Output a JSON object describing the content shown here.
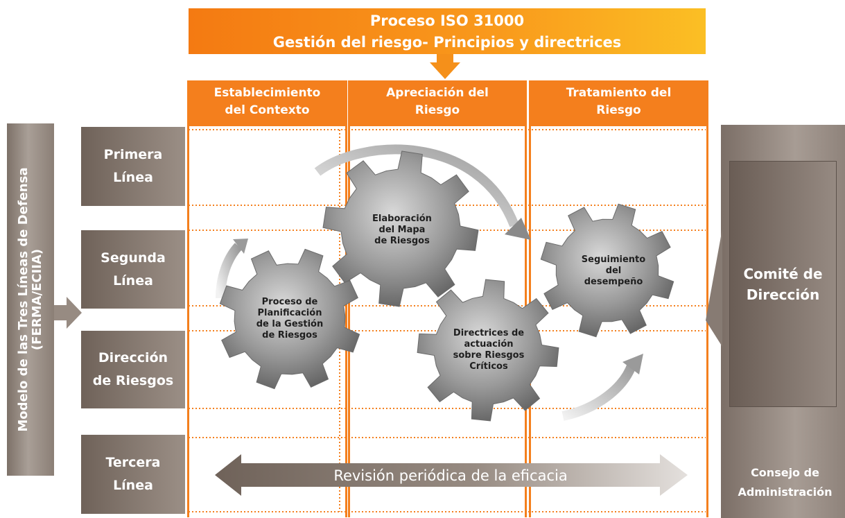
{
  "header": {
    "line1": "Proceso ISO 31000",
    "line2": "Gestión del riesgo- Principios y directrices"
  },
  "phases": [
    {
      "line1": "Establecimiento",
      "line2": "del Contexto"
    },
    {
      "line1": "Apreciación del",
      "line2": "Riesgo"
    },
    {
      "line1": "Tratamiento del",
      "line2": "Riesgo"
    }
  ],
  "side_label": {
    "line1": "Modelo de las Tres Líneas de Defensa",
    "line2": "(FERMA/ECIIA)"
  },
  "levels": [
    {
      "line1": "Primera",
      "line2": "Línea"
    },
    {
      "line1": "Segunda",
      "line2": "Línea"
    },
    {
      "line1": "Dirección",
      "line2": "de Riesgos"
    },
    {
      "line1": "Tercera",
      "line2": "Línea"
    }
  ],
  "gears": {
    "planning": {
      "l1": "Proceso de",
      "l2": "Planificación",
      "l3": "de la Gestión",
      "l4": "de Riesgos"
    },
    "map": {
      "l1": "Elaboración",
      "l2": "del Mapa",
      "l3": "de Riesgos"
    },
    "monitoring": {
      "l1": "Seguimiento",
      "l2": "del",
      "l3": "desempeño"
    },
    "guidelines": {
      "l1": "Directrices de",
      "l2": "actuación",
      "l3": "sobre Riesgos",
      "l4": "Críticos"
    }
  },
  "review_label": "Revisión periódica de la eficacia",
  "right": {
    "committee": {
      "line1": "Comité de",
      "line2": "Dirección"
    },
    "board": {
      "line1": "Consejo de",
      "line2": "Administración"
    }
  },
  "colors": {
    "orange": "#f47f1d",
    "brown_gray": "#7d7168",
    "gear_gray": "#8c8c8c"
  }
}
